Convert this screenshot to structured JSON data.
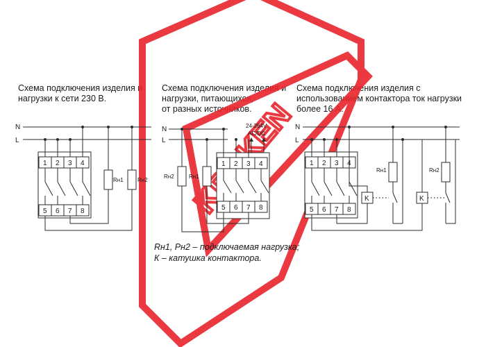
{
  "captions": {
    "scheme1": [
      "Схема подключения изделия и",
      "нагрузки к сети 230 В."
    ],
    "scheme2": [
      "Схема подключения изделия и",
      "нагрузки, питающихся,",
      "от разных источников."
    ],
    "scheme3": [
      "Схема подключения изделия с",
      "использованием контактора ток нагрузки",
      "более 16 А."
    ]
  },
  "bus_labels": {
    "neutral": "N",
    "line": "L"
  },
  "terminals": {
    "top": [
      "1",
      "2",
      "3",
      "4"
    ],
    "bottom": [
      "5",
      "6",
      "7",
      "8"
    ]
  },
  "load_labels": {
    "load1": "Rн1",
    "load2": "Rн2"
  },
  "coil_label": "K",
  "supply_label": [
    "24-264V",
    "AC/DC"
  ],
  "legend": [
    "Rн1, Рн2 – подключаемая нагрузка;",
    "К – катушка контактора."
  ],
  "watermark": {
    "text": "KRAKEN",
    "color": "#e8242c"
  }
}
